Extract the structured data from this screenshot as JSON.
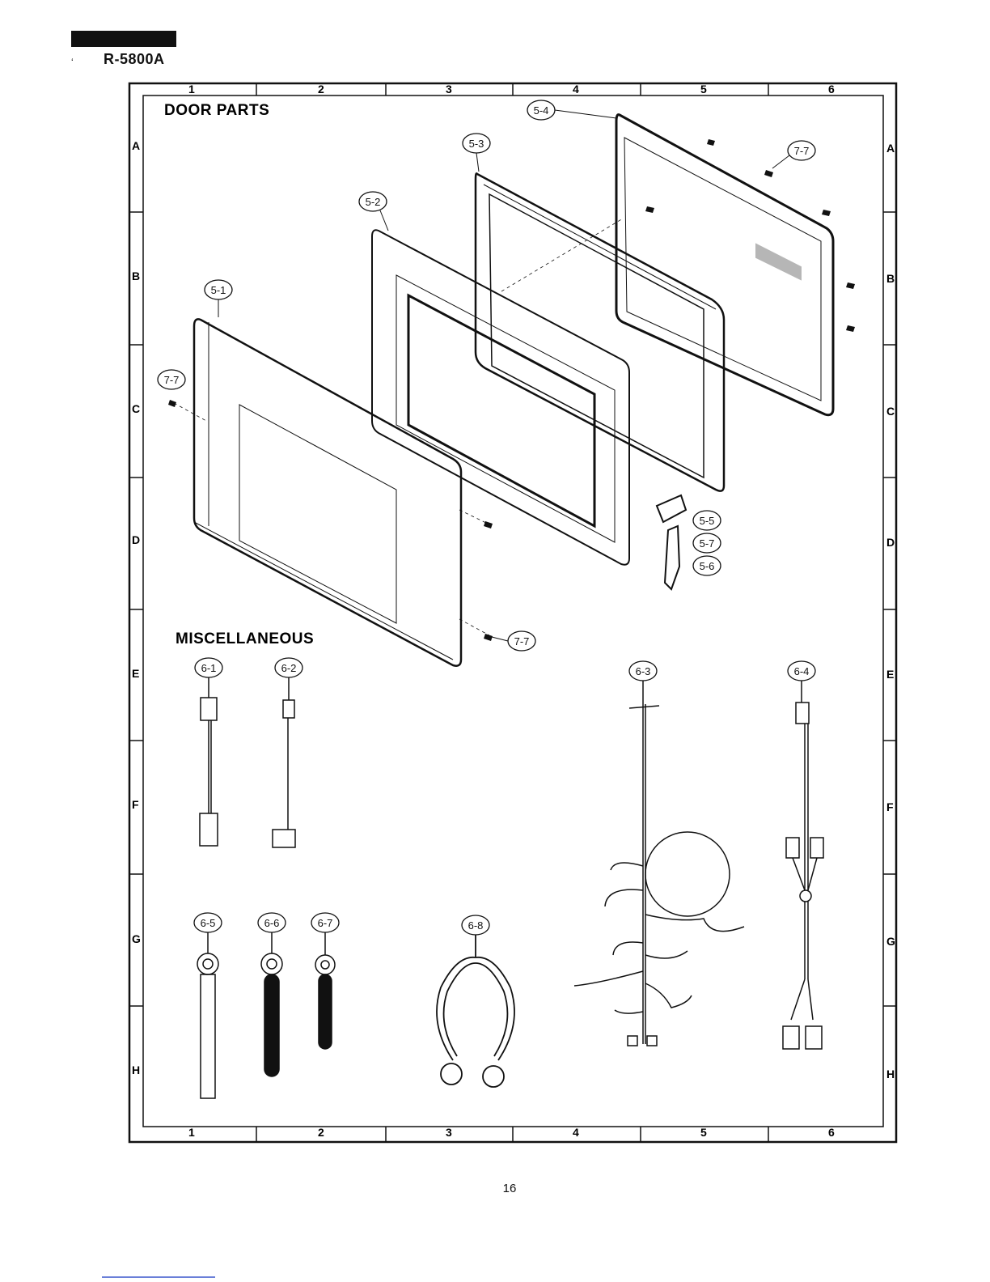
{
  "header": {
    "model": "R-5800A",
    "tick": "ʻ"
  },
  "sections": {
    "door_parts": "DOOR PARTS",
    "miscellaneous": "MISCELLANEOUS"
  },
  "grid": {
    "columns": [
      "1",
      "2",
      "3",
      "4",
      "5",
      "6"
    ],
    "rows": [
      "A",
      "B",
      "C",
      "D",
      "E",
      "F",
      "G",
      "H"
    ]
  },
  "callouts": {
    "p5_1": "5-1",
    "p5_2": "5-2",
    "p5_3": "5-3",
    "p5_4": "5-4",
    "p5_5": "5-5",
    "p5_6": "5-6",
    "p5_7": "5-7",
    "p7_7a": "7-7",
    "p7_7b": "7-7",
    "p7_7c": "7-7",
    "p6_1": "6-1",
    "p6_2": "6-2",
    "p6_3": "6-3",
    "p6_4": "6-4",
    "p6_5": "6-5",
    "p6_6": "6-6",
    "p6_7": "6-7",
    "p6_8": "6-8"
  },
  "page_number": "16"
}
